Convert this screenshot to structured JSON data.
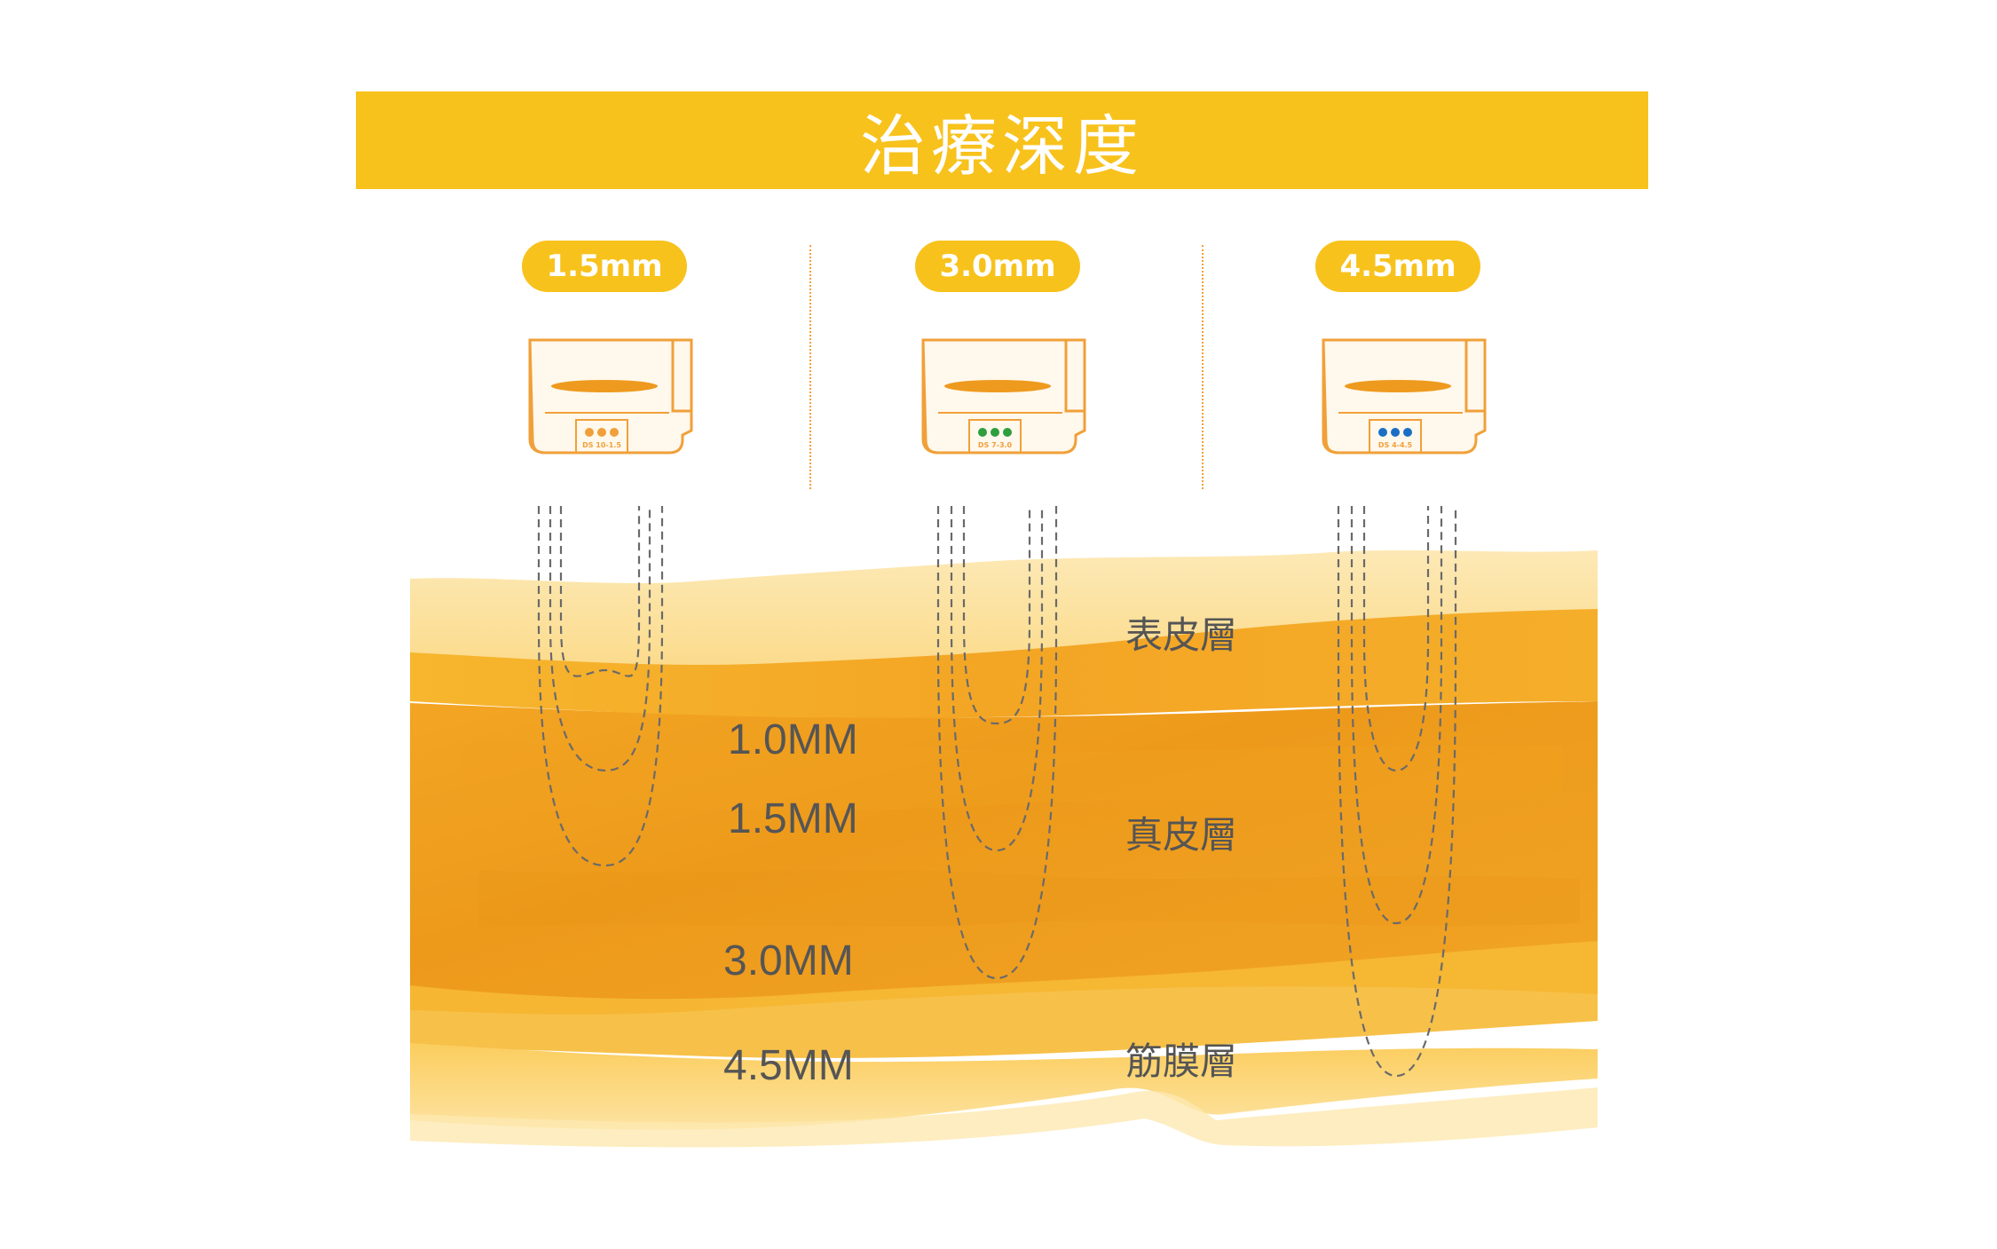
{
  "title": "治療深度",
  "colors": {
    "banner": "#f8c21d",
    "cartridge_outline": "#f0a03a",
    "label_text": "#555555",
    "dots": [
      "#f0a03a",
      "#2e9e3e",
      "#1a6fc4"
    ]
  },
  "cartridges": [
    {
      "depth_label": "1.5mm",
      "code": "DS 10-1.5",
      "dot_color": "#f0a03a"
    },
    {
      "depth_label": "3.0mm",
      "code": "DS 7-3.0",
      "dot_color": "#2e9e3e"
    },
    {
      "depth_label": "4.5mm",
      "code": "DS 4-4.5",
      "dot_color": "#1a6fc4"
    }
  ],
  "depth_marks": [
    "1.0MM",
    "1.5MM",
    "3.0MM",
    "4.5MM"
  ],
  "skin_layers": [
    "表皮層",
    "真皮層",
    "筋膜層"
  ]
}
